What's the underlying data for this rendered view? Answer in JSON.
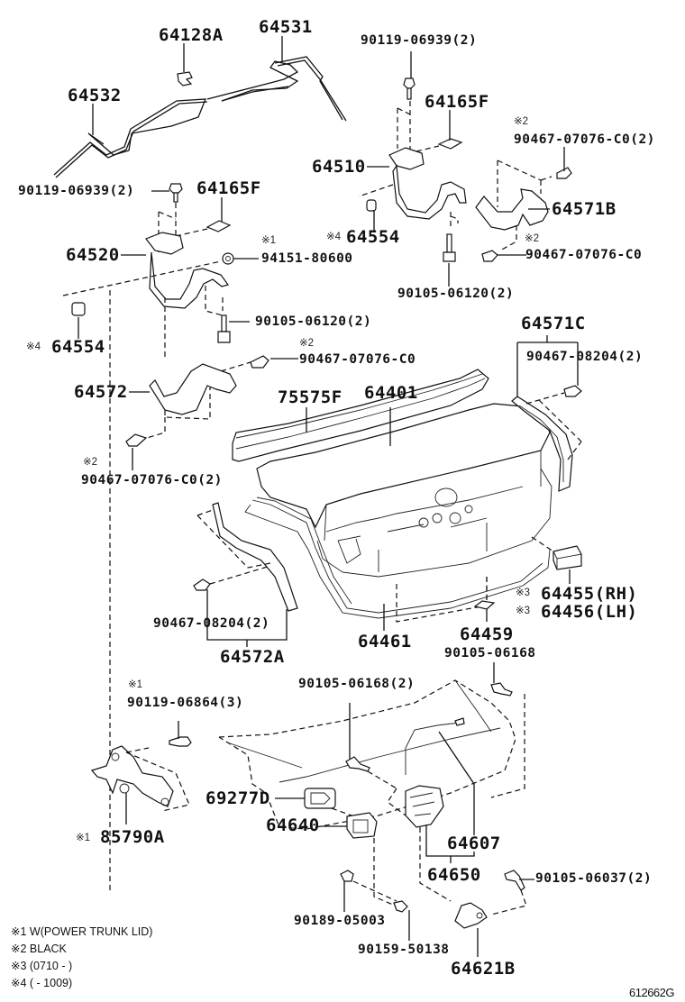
{
  "diagram": {
    "type": "exploded-parts-diagram",
    "subject": "Luggage compartment door (trunk lid) & lock",
    "reference_code": "612662G",
    "callouts": [
      {
        "id": "c64128A",
        "part": "64128A"
      },
      {
        "id": "c64531",
        "part": "64531"
      },
      {
        "id": "c64532",
        "part": "64532"
      },
      {
        "id": "c90119_06939_top",
        "part": "90119-06939(2)"
      },
      {
        "id": "c64165F_top",
        "part": "64165F"
      },
      {
        "id": "c64510",
        "part": "64510"
      },
      {
        "id": "c90467_07076_C0_2_top",
        "note": "※2",
        "part": "90467-07076-C0(2)"
      },
      {
        "id": "c64571B",
        "part": "64571B"
      },
      {
        "id": "c64554_right",
        "note": "※4",
        "part": "64554"
      },
      {
        "id": "c90467_07076_C0_right",
        "note": "※2",
        "part": "90467-07076-C0"
      },
      {
        "id": "c90105_06120_right",
        "part": "90105-06120(2)"
      },
      {
        "id": "c90119_06939_left",
        "part": "90119-06939(2)"
      },
      {
        "id": "c64165F_left",
        "part": "64165F"
      },
      {
        "id": "c64520",
        "part": "64520"
      },
      {
        "id": "c94151_80600",
        "note": "※1",
        "part": "94151-80600"
      },
      {
        "id": "c64554_left",
        "note": "※4",
        "part": "64554"
      },
      {
        "id": "c90105_06120_left",
        "part": "90105-06120(2)"
      },
      {
        "id": "c90467_07076_C0_mid",
        "note": "※2",
        "part": "90467-07076-C0"
      },
      {
        "id": "c64572",
        "part": "64572"
      },
      {
        "id": "c64571C",
        "part": "64571C"
      },
      {
        "id": "c90467_08204_right",
        "part": "90467-08204(2)"
      },
      {
        "id": "c75575F",
        "part": "75575F"
      },
      {
        "id": "c64401",
        "part": "64401"
      },
      {
        "id": "c90467_07076_C0_2_left",
        "note": "※2",
        "part": "90467-07076-C0(2)"
      },
      {
        "id": "c64455",
        "note": "※3",
        "part": "64455(RH)"
      },
      {
        "id": "c64456",
        "note": "※3",
        "part": "64456(LH)"
      },
      {
        "id": "c90467_08204_left",
        "part": "90467-08204(2)"
      },
      {
        "id": "c64572A",
        "part": "64572A"
      },
      {
        "id": "c64461",
        "part": "64461"
      },
      {
        "id": "c64459",
        "part": "64459"
      },
      {
        "id": "c90105_06168",
        "part": "90105-06168"
      },
      {
        "id": "c90119_06864",
        "note": "※1",
        "part": "90119-06864(3)"
      },
      {
        "id": "c90105_06168_2",
        "part": "90105-06168(2)"
      },
      {
        "id": "c69277D",
        "part": "69277D"
      },
      {
        "id": "c85790A",
        "note": "※1",
        "part": "85790A"
      },
      {
        "id": "c64640",
        "part": "64640"
      },
      {
        "id": "c64607",
        "part": "64607"
      },
      {
        "id": "c64650",
        "part": "64650"
      },
      {
        "id": "c90105_06037",
        "part": "90105-06037(2)"
      },
      {
        "id": "c90189_05003",
        "part": "90189-05003"
      },
      {
        "id": "c90159_50138",
        "part": "90159-50138"
      },
      {
        "id": "c64621B",
        "part": "64621B"
      }
    ],
    "legend": [
      "※1 W(POWER TRUNK LID)",
      "※2 BLACK",
      "※3 (0710 -        )",
      "※4 (        - 1009)"
    ]
  }
}
